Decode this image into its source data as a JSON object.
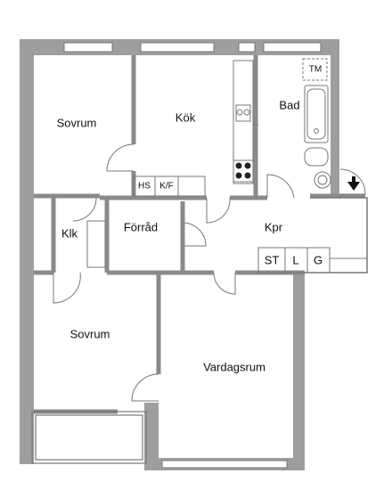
{
  "colors": {
    "wall": "#9e9e9e",
    "wall_dark": "#8a8a8a",
    "line": "#777777",
    "text": "#111111"
  },
  "rooms": {
    "sovrum_top": "Sovrum",
    "kok": "Kök",
    "bad": "Bad",
    "klk": "Klk",
    "forrad": "Förråd",
    "kpr": "Kpr",
    "sovrum_bottom": "Sovrum",
    "vardagsrum": "Vardagsrum"
  },
  "fixtures": {
    "tm": "TM",
    "hs": "HS",
    "kf": "K/F",
    "st": "ST",
    "l": "L",
    "g": "G"
  },
  "icons": {
    "entrance": "entrance-arrow-icon"
  }
}
